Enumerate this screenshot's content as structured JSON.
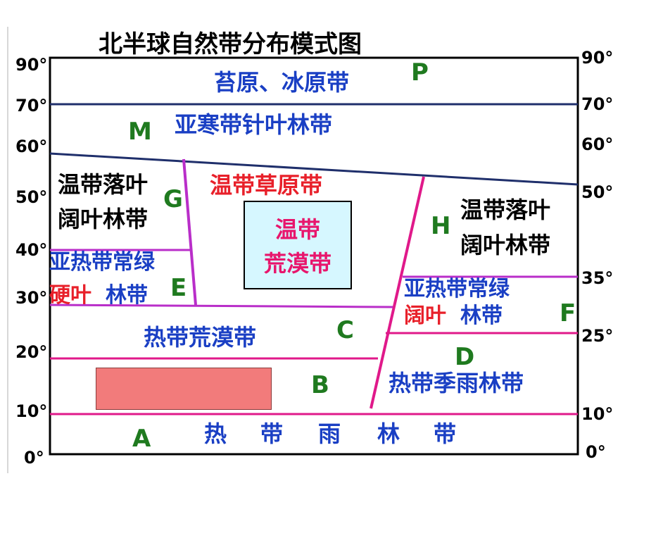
{
  "title": "北半球自然带分布模式图",
  "latitudes_left": [
    "90°",
    "70°",
    "60°",
    "50°",
    "40°",
    "30°",
    "20°",
    "10°",
    "0°"
  ],
  "latitudes_right": [
    "90°",
    "70°",
    "60°",
    "50°",
    "35°",
    "25°",
    "10°",
    "0°"
  ],
  "zones": {
    "tundra": "苔原、冰原带",
    "taiga": "亚寒带针叶林带",
    "temperate_deciduous_left_line1": "温带落叶",
    "temperate_deciduous_left_line2": "阔叶林带",
    "temperate_grassland": "温带草原带",
    "temperate_desert_line1": "温带",
    "temperate_desert_line2": "荒漠带",
    "temperate_deciduous_right_line1": "温带落叶",
    "temperate_deciduous_right_line2": "阔叶林带",
    "subtropical_evergreen_left_line1": "亚热带常绿",
    "subtropical_evergreen_left_prefix": "硬叶",
    "subtropical_evergreen_left_suffix": "林带",
    "subtropical_evergreen_right_line1": "亚热带常绿",
    "subtropical_evergreen_right_prefix": "阔叶",
    "subtropical_evergreen_right_suffix": "林带",
    "tropical_desert": "热带荒漠带",
    "tropical_monsoon": "热带季雨林带",
    "tropical_rainforest": [
      "热",
      "带",
      "雨",
      "林",
      "带"
    ]
  },
  "letters": {
    "P": "P",
    "M": "M",
    "G": "G",
    "H": "H",
    "E": "E",
    "C": "C",
    "F": "F",
    "D": "D",
    "B": "B",
    "A": "A"
  },
  "colors": {
    "frame": "#000000",
    "boundary_navy": "#1f2f6b",
    "boundary_magenta": "#e0198a",
    "boundary_purple": "#b92ec9",
    "zone_blue": "#1a3fc4",
    "zone_red": "#e8202a",
    "zone_black": "#000000",
    "letter_green": "#1f7a1f"
  }
}
